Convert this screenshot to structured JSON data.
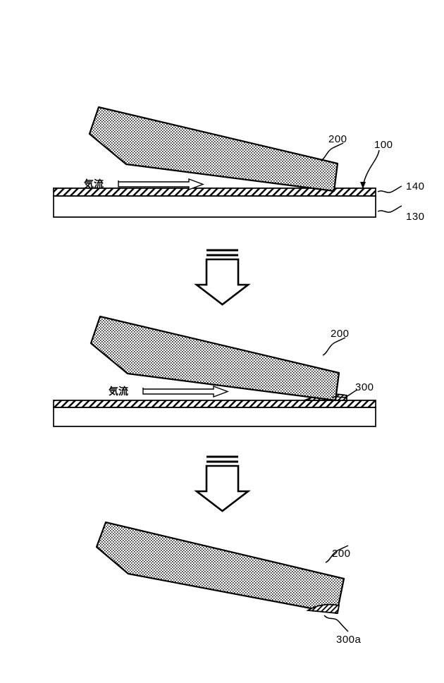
{
  "figure": {
    "type": "patent-diagram",
    "description": "Three-stage process diagram showing a tilted stippled block over a layered substrate",
    "background_color": "#ffffff",
    "line_color": "#000000",
    "stipple_fill": "#c8c8c8"
  },
  "panels": [
    {
      "id": "panel-1",
      "labels": {
        "airflow": "気流",
        "block": "200",
        "assembly": "100",
        "top_layer": "140",
        "base_layer": "130"
      }
    },
    {
      "id": "panel-2",
      "labels": {
        "airflow": "気流",
        "block": "200",
        "deposit": "300"
      }
    },
    {
      "id": "panel-3",
      "labels": {
        "block": "200",
        "deposit": "300a"
      }
    }
  ],
  "arrows": {
    "flow_arrow_name": "airflow-arrow",
    "step_arrow_name": "process-step-arrow",
    "step_count": 2
  }
}
